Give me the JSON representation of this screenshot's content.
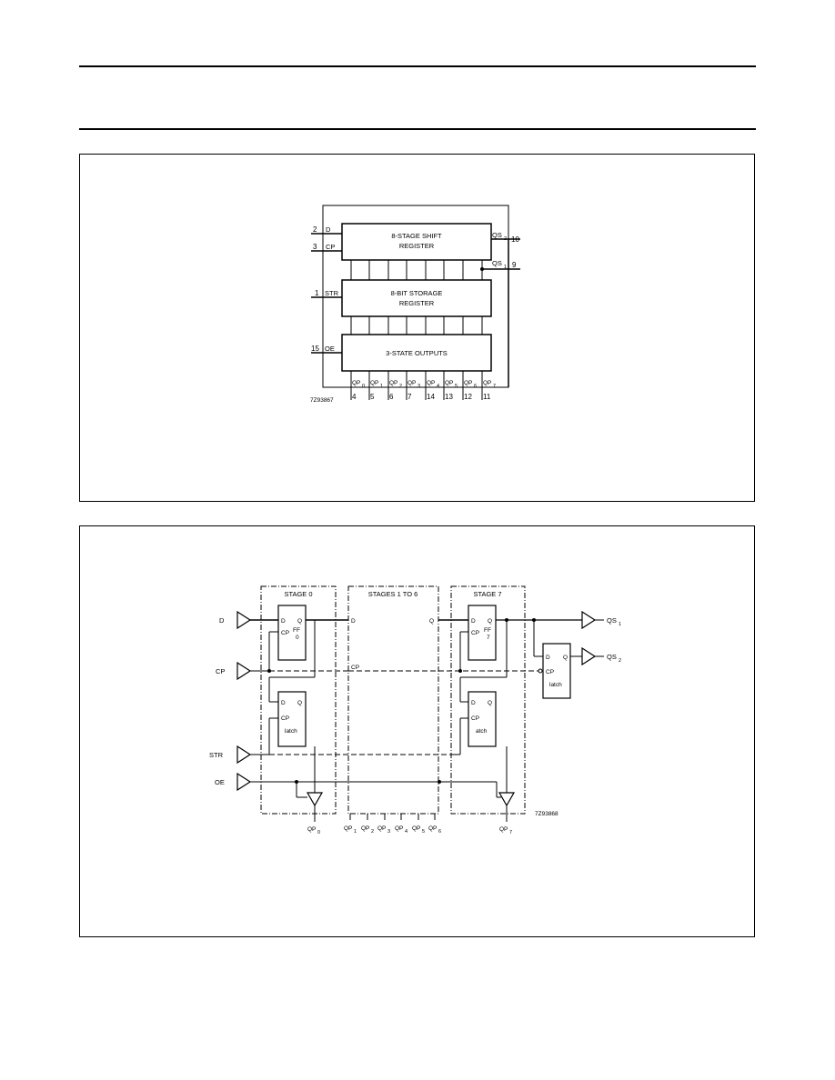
{
  "fig1": {
    "blocks": {
      "shift": [
        "8-STAGE SHIFT",
        "REGISTER"
      ],
      "storage": [
        "8-BIT STORAGE",
        "REGISTER"
      ],
      "outputs": "3-STATE OUTPUTS"
    },
    "left_pins": [
      {
        "num": "2",
        "name": "D"
      },
      {
        "num": "3",
        "name": "CP"
      },
      {
        "num": "1",
        "name": "STR"
      },
      {
        "num": "15",
        "name": "OE"
      }
    ],
    "right_pins": [
      {
        "name": "QS",
        "sub": "2",
        "num": "10"
      },
      {
        "name": "QS",
        "sub": "1",
        "num": "9"
      }
    ],
    "outputs": [
      {
        "name": "QP",
        "sub": "0",
        "pin": "4"
      },
      {
        "name": "QP",
        "sub": "1",
        "pin": "5"
      },
      {
        "name": "QP",
        "sub": "2",
        "pin": "6"
      },
      {
        "name": "QP",
        "sub": "3",
        "pin": "7"
      },
      {
        "name": "QP",
        "sub": "4",
        "pin": "14"
      },
      {
        "name": "QP",
        "sub": "5",
        "pin": "13"
      },
      {
        "name": "QP",
        "sub": "6",
        "pin": "12"
      },
      {
        "name": "QP",
        "sub": "7",
        "pin": "11"
      }
    ],
    "code": "7Z93867"
  },
  "fig2": {
    "stage0": "STAGE 0",
    "stages16": "STAGES 1 TO 6",
    "stage7": "STAGE 7",
    "inputs": [
      "D",
      "CP",
      "STR",
      "OE"
    ],
    "ff": {
      "d": "D",
      "q": "Q",
      "cp": "CP",
      "ff": "FF",
      "ff0": "0",
      "ff7": "7"
    },
    "latch_label": "latch",
    "latch7_label": "atch",
    "mid_d": "D",
    "mid_q": "Q",
    "mid_cp": "CP",
    "out_qs1": {
      "name": "QS",
      "sub": "1"
    },
    "out_qs2": {
      "name": "QS",
      "sub": "2"
    },
    "qp_left": {
      "name": "QP",
      "sub": "0"
    },
    "qp_mid": [
      {
        "name": "QP",
        "sub": "1"
      },
      {
        "name": "QP",
        "sub": "2"
      },
      {
        "name": "QP",
        "sub": "3"
      },
      {
        "name": "QP",
        "sub": "4"
      },
      {
        "name": "QP",
        "sub": "5"
      },
      {
        "name": "QP",
        "sub": "6"
      }
    ],
    "qp_right": {
      "name": "QP",
      "sub": "7"
    },
    "code": "7Z93868"
  }
}
